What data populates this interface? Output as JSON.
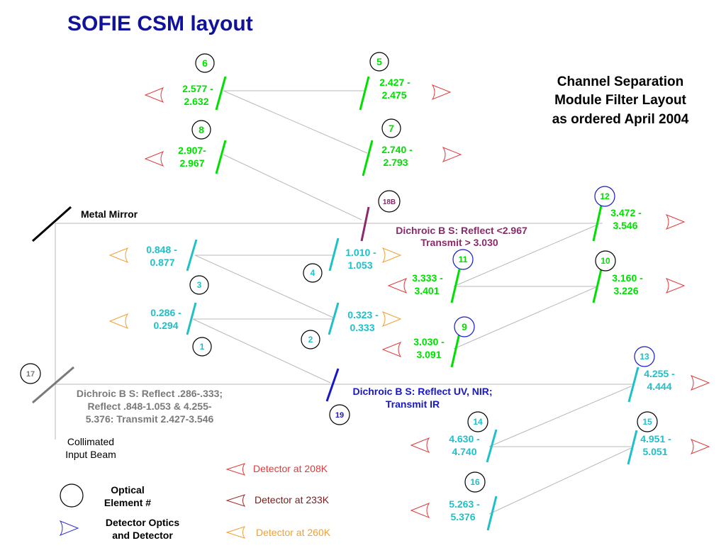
{
  "title": "SOFIE CSM layout",
  "subtitle": [
    "Channel Separation",
    "Module Filter Layout",
    "as ordered April 2004"
  ],
  "colors": {
    "title": "#10129c",
    "green_filter": "#00e000",
    "cyan_filter": "#20c0c8",
    "dichroic_18b": "#8a2a6a",
    "dichroic_19": "#1818c8",
    "dichroic_17": "#7a7a7a",
    "det_208k": "#e03a3a",
    "det_233k": "#a02a2a",
    "det_260k": "#f0a030",
    "det_optics": "#3030d0",
    "element_circle": "#000000",
    "element_circle_blue": "#1818c8",
    "beam_line": "#b8b8b8"
  },
  "element_labels": {
    "e6": "6",
    "e5": "5",
    "e8": "8",
    "e7": "7",
    "e18b": "18B",
    "e12": "12",
    "e11": "11",
    "e10": "10",
    "e4": "4",
    "e3": "3",
    "e2": "2",
    "e1": "1",
    "e9": "9",
    "e17": "17",
    "e13": "13",
    "e19": "19",
    "e14": "14",
    "e15": "15",
    "e16": "16"
  },
  "filters": {
    "f6": [
      "2.577 -",
      "2.632"
    ],
    "f5": [
      "2.427 -",
      "2.475"
    ],
    "f8": [
      "2.907-",
      "2.967"
    ],
    "f7": [
      "2.740 -",
      "2.793"
    ],
    "f12": [
      "3.472 -",
      "3.546"
    ],
    "f11": [
      "3.333 -",
      "3.401"
    ],
    "f10": [
      "3.160 -",
      "3.226"
    ],
    "f9": [
      "3.030 -",
      "3.091"
    ],
    "f3": [
      "0.848 -",
      "0.877"
    ],
    "f4": [
      "1.010 -",
      "1.053"
    ],
    "f1": [
      "0.286 -",
      "0.294"
    ],
    "f2": [
      "0.323 -",
      "0.333"
    ],
    "f13": [
      "4.255 -",
      "4.444"
    ],
    "f14": [
      "4.630 -",
      "4.740"
    ],
    "f15": [
      "4.951 -",
      "5.051"
    ],
    "f16": [
      "5.263 -",
      "5.376"
    ]
  },
  "labels": {
    "metal_mirror": "Metal Mirror",
    "dichroic_18b": [
      "Dichroic B S:  Reflect <2.967",
      "Transmit > 3.030"
    ],
    "dichroic_19": [
      "Dichroic B S: Reflect UV, NIR;",
      "Transmit IR"
    ],
    "dichroic_17": [
      "Dichroic B S:  Reflect .286-.333;",
      "Reflect .848-1.053 &  4.255-",
      "5.376: Transmit 2.427-3.546"
    ],
    "input_beam": [
      "Collimated",
      "Input Beam"
    ]
  },
  "legend": {
    "optical_element": [
      "Optical",
      "Element #"
    ],
    "detector_optics": [
      "Detector Optics",
      "and Detector"
    ],
    "det_208k": "Detector at 208K",
    "det_233k": "Detector at 233K",
    "det_260k": "Detector at 260K"
  }
}
